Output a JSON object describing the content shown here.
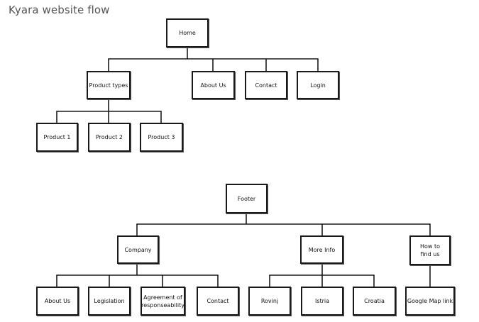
{
  "title": "Kyara website flow",
  "nodes": {
    "home": "Home",
    "product_types": "Product types",
    "about_us": "About Us",
    "contact": "Contact",
    "login": "Login",
    "product_1": "Product 1",
    "product_2": "Product 2",
    "product_3": "Product 3",
    "footer": "Footer",
    "company": "Company",
    "more_info": "More Info",
    "how_to_find_us": "How to find us",
    "footer_about_us": "About Us",
    "legislation": "Legislation",
    "agreement": "Agreement of responseability",
    "footer_contact": "Contact",
    "rovinj": "Rovinj",
    "istria": "Istria",
    "croatia": "Croatia",
    "google_map_link": "Google Map link"
  }
}
